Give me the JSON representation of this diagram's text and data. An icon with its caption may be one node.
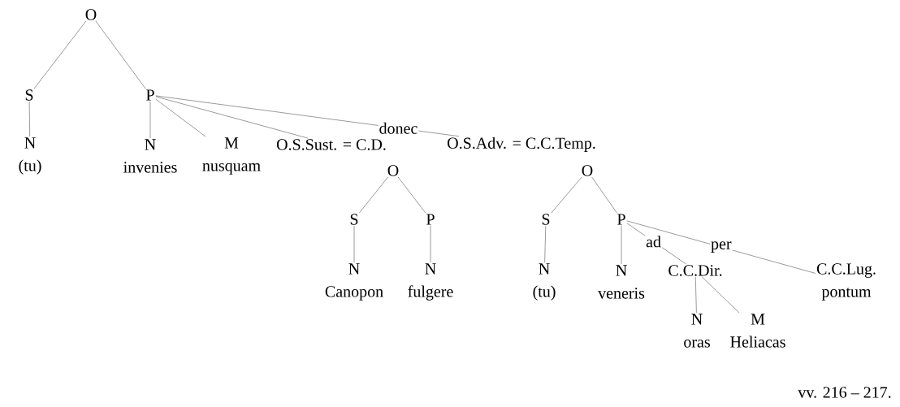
{
  "diagram": {
    "nodes": [
      {
        "text": [
          "O"
        ]
      },
      {
        "text": [
          "S"
        ]
      },
      {
        "text": [
          "P"
        ]
      },
      {
        "text": [
          "N",
          "(tu)"
        ]
      },
      {
        "text": [
          "N",
          "invenies"
        ]
      },
      {
        "text": [
          "M",
          "nusquam"
        ]
      },
      {
        "text": [
          "O.S.Sust. = C.D."
        ]
      },
      {
        "text": [
          "O"
        ]
      },
      {
        "text": [
          "S"
        ]
      },
      {
        "text": [
          "P"
        ]
      },
      {
        "text": [
          "N",
          "Canopon"
        ]
      },
      {
        "text": [
          "N",
          "fulgere"
        ]
      },
      {
        "text": [
          "O.S.Adv. = C.C.Temp."
        ]
      },
      {
        "text": [
          "O"
        ]
      },
      {
        "text": [
          "S"
        ]
      },
      {
        "text": [
          "P"
        ]
      },
      {
        "text": [
          "N",
          "(tu)"
        ]
      },
      {
        "text": [
          "N",
          "veneris"
        ]
      },
      {
        "text": [
          "C.C.Dir."
        ]
      },
      {
        "text": [
          "N",
          "oras"
        ]
      },
      {
        "text": [
          "M",
          "Heliacas"
        ]
      },
      {
        "text": [
          "C.C.Lug.",
          "pontum"
        ]
      }
    ],
    "edges": [
      {
        "from": 0,
        "to": 1,
        "arrow": "none"
      },
      {
        "from": 0,
        "to": 2,
        "arrow": "none"
      },
      {
        "from": 1,
        "to": 3,
        "arrow": "none"
      },
      {
        "from": 2,
        "to": 4,
        "arrow": "none"
      },
      {
        "from": 2,
        "to": 5,
        "arrow": "none"
      },
      {
        "from": 2,
        "to": 6,
        "arrow": "none"
      },
      {
        "from": 2,
        "to": 12,
        "arrow": "none",
        "label": "donec"
      },
      {
        "from": 7,
        "to": 8,
        "arrow": "none"
      },
      {
        "from": 7,
        "to": 9,
        "arrow": "none"
      },
      {
        "from": 8,
        "to": 10,
        "arrow": "none"
      },
      {
        "from": 9,
        "to": 11,
        "arrow": "none"
      },
      {
        "from": 13,
        "to": 14,
        "arrow": "none"
      },
      {
        "from": 13,
        "to": 15,
        "arrow": "none"
      },
      {
        "from": 14,
        "to": 16,
        "arrow": "none"
      },
      {
        "from": 15,
        "to": 17,
        "arrow": "none"
      },
      {
        "from": 15,
        "to": 18,
        "arrow": "none",
        "label": "ad"
      },
      {
        "from": 15,
        "to": 21,
        "arrow": "none",
        "label": "per"
      },
      {
        "from": 18,
        "to": 19,
        "arrow": "none"
      },
      {
        "from": 18,
        "to": 20,
        "arrow": "none"
      }
    ],
    "labels": [
      "vv. 216 – 217."
    ]
  }
}
